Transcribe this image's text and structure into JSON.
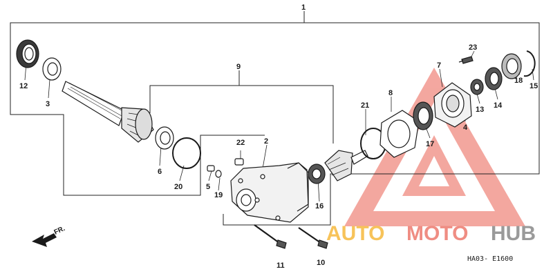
{
  "diagram": {
    "part_numbers": {
      "p1": "1",
      "p2": "2",
      "p3": "3",
      "p4": "4",
      "p5": "5",
      "p6": "6",
      "p7": "7",
      "p8": "8",
      "p9": "9",
      "p10": "10",
      "p11": "11",
      "p12": "12",
      "p13": "13",
      "p14": "14",
      "p15": "15",
      "p16": "16",
      "p17": "17",
      "p18": "18",
      "p19": "19",
      "p20": "20",
      "p21": "21",
      "p22": "22",
      "p23": "23"
    },
    "front_arrow_label": "FR.",
    "drawing_code": "HA03- E1600"
  },
  "watermark": {
    "part1": "AUTO",
    "part2": "MOTO",
    "part3": "HUB",
    "colors": {
      "auto": "#f7c35a",
      "moto": "#ef8d83",
      "hub": "#9a9a9a",
      "triangle": "#f08a80"
    }
  }
}
